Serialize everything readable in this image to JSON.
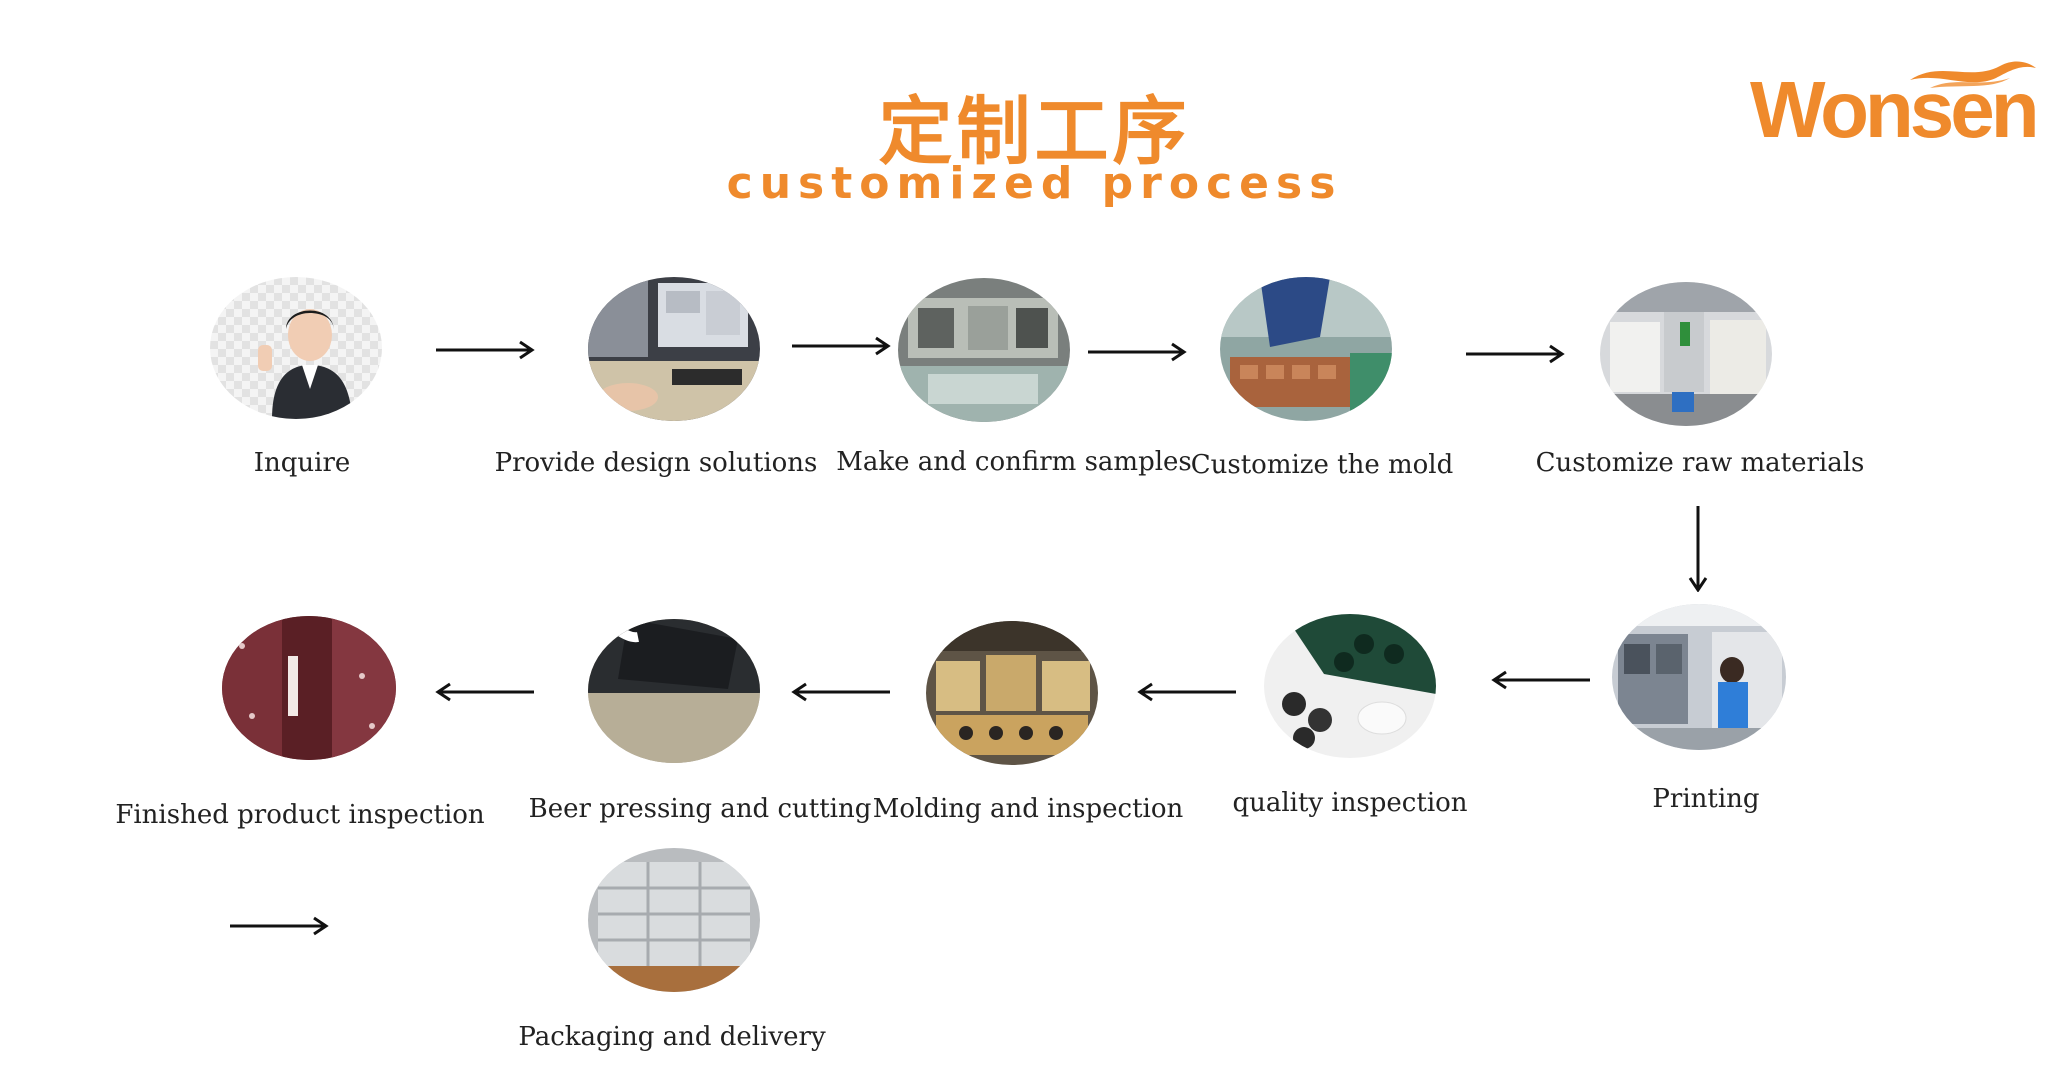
{
  "header": {
    "title_cn": "定制工序",
    "title_en": "customized process",
    "logo_text": "Wonsen",
    "accent_color": "#ef8a2c"
  },
  "steps": [
    {
      "label": "Inquire",
      "icon": "customer-service-photo"
    },
    {
      "label": "Provide design solutions",
      "icon": "designer-computer-photo"
    },
    {
      "label": "Make and confirm samples",
      "icon": "sample-workshop-photo"
    },
    {
      "label": "Customize the mold",
      "icon": "mold-making-photo"
    },
    {
      "label": "Customize raw materials",
      "icon": "raw-materials-warehouse-photo"
    },
    {
      "label": "Printing",
      "icon": "printing-press-photo"
    },
    {
      "label": "quality inspection",
      "icon": "quality-inspection-photo"
    },
    {
      "label": "Molding and inspection",
      "icon": "molding-boxes-photo"
    },
    {
      "label": "Beer pressing and cutting",
      "icon": "die-cutting-photo"
    },
    {
      "label": "Finished product inspection",
      "icon": "finished-product-photo"
    },
    {
      "label": "Packaging and delivery",
      "icon": "packaging-pallet-photo"
    }
  ]
}
